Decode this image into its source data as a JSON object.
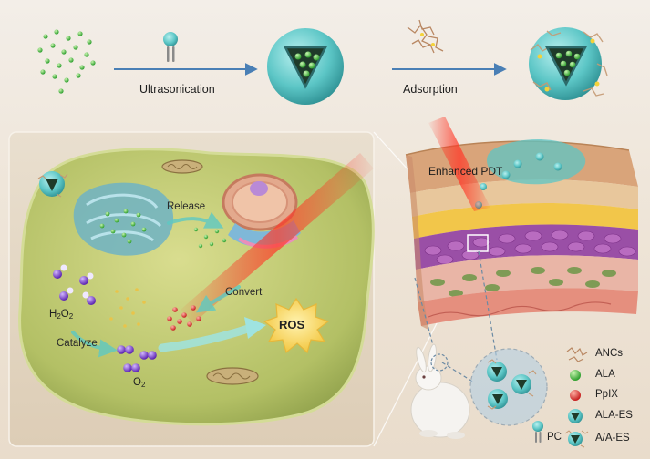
{
  "steps": {
    "ultrasonication": "Ultrasonication",
    "adsorption": "Adsorption"
  },
  "cell": {
    "release": "Release",
    "convert": "Convert",
    "catalyze": "Catalyze",
    "ros": "ROS",
    "h2o2": {
      "base": "H",
      "sub1": "2",
      "mid": "O",
      "sub2": "2"
    },
    "o2": {
      "base": "O",
      "sub": "2"
    }
  },
  "skin": {
    "enhanced_pdt": "Enhanced PDT"
  },
  "legend": [
    {
      "label": "ANCs",
      "icon": "ancs-icon"
    },
    {
      "label": "ALA",
      "icon": "ala-sphere-icon",
      "color": "#3fbf3f"
    },
    {
      "label": "PpIX",
      "icon": "ppix-sphere-icon",
      "color": "#e23030"
    },
    {
      "label": "ALA-ES",
      "icon": "ala-es-vesicle-icon"
    },
    {
      "label": "A/A-ES",
      "icon": "aa-es-vesicle-icon"
    }
  ],
  "pc_label": "PC",
  "colors": {
    "vesicle": "#5cc6c6",
    "cell": "#b8c56e",
    "laser": "#ff3b2a",
    "ros": "#f8d24a",
    "o2": "#7a3fd0",
    "arrow": "#4a7fb5"
  }
}
